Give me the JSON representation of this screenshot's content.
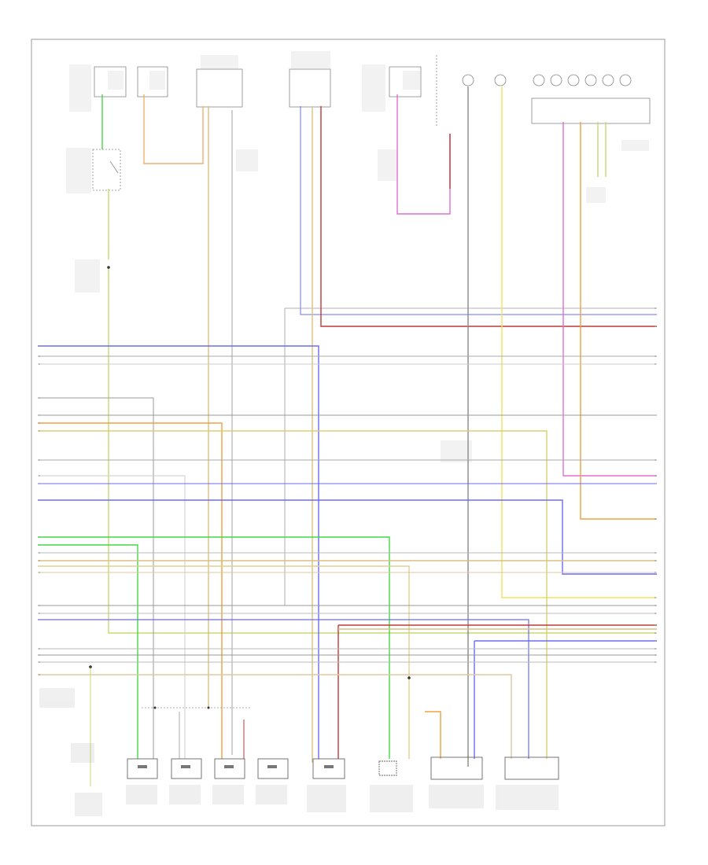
{
  "diagram": {
    "footer_text": "",
    "colors": {
      "green": "#43d843",
      "yellow_green": "#c8d873",
      "orange": "#f0a040",
      "blue": "#6b6bf5",
      "red": "#c03a3a",
      "pink": "#e070d0",
      "yellow": "#f0e060",
      "gray": "#888888",
      "tan": "#d8c080",
      "light_gray": "#cccccc"
    },
    "wires": [
      {
        "name": "wire-blu-wht-top",
        "color": "blue"
      },
      {
        "name": "wire-red-blk-top",
        "color": "red"
      },
      {
        "name": "wire-pink-right",
        "color": "pink"
      },
      {
        "name": "wire-orange-right",
        "color": "orange"
      },
      {
        "name": "wire-green-left",
        "color": "green"
      },
      {
        "name": "wire-yellow-right",
        "color": "yellow"
      }
    ]
  }
}
